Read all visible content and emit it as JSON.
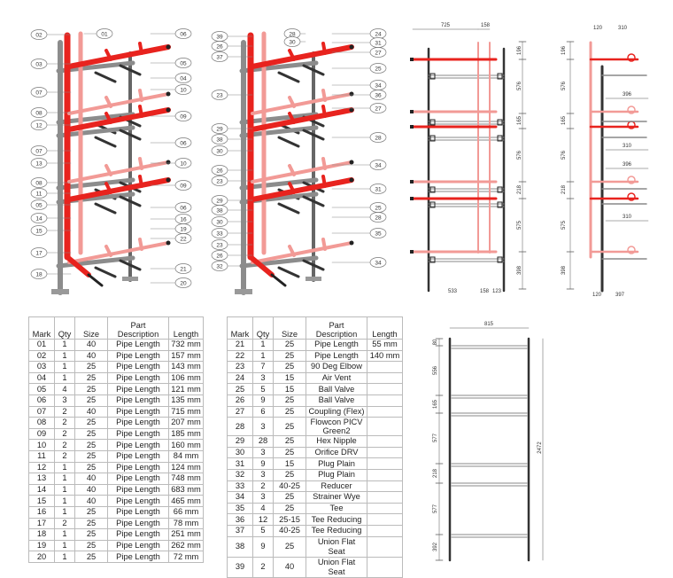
{
  "drawings": {
    "isometric_1_callouts_left": [
      "02",
      "03",
      "07",
      "08",
      "12",
      "07",
      "13",
      "08",
      "11",
      "05",
      "14",
      "15",
      "17",
      "18"
    ],
    "isometric_1_callouts_right": [
      "01",
      "06",
      "05",
      "04",
      "10",
      "09",
      "06",
      "10",
      "09",
      "06",
      "16",
      "19",
      "22",
      "21",
      "20"
    ],
    "isometric_2_callouts_left": [
      "39",
      "26",
      "37",
      "23",
      "29",
      "38",
      "30",
      "26",
      "23",
      "29",
      "38",
      "30",
      "33",
      "23",
      "26",
      "32"
    ],
    "isometric_2_callouts_right": [
      "28",
      "30",
      "24",
      "31",
      "27",
      "25",
      "34",
      "36",
      "27",
      "28",
      "34",
      "31",
      "25",
      "28",
      "35",
      "34"
    ],
    "front_view_dims": {
      "top": [
        "725",
        "158"
      ],
      "right": [
        "196",
        "576",
        "165",
        "576",
        "218",
        "575",
        "398"
      ],
      "bottom": [
        "533",
        "158",
        "123"
      ]
    },
    "side_view_dims": {
      "top": [
        "120",
        "310"
      ],
      "left": [
        "196",
        "576",
        "165",
        "576",
        "218",
        "575",
        "398"
      ],
      "branch": [
        "396",
        "310",
        "396",
        "310"
      ],
      "bottom": [
        "120",
        "397"
      ]
    },
    "frame_dims": {
      "width": "815",
      "left": [
        "80",
        "556",
        "165",
        "577",
        "218",
        "577",
        "392"
      ],
      "height": "2472"
    }
  },
  "table1": {
    "headers": [
      "Mark",
      "Qty",
      "Size",
      "Part Description",
      "Length"
    ],
    "rows": [
      [
        "01",
        "1",
        "40",
        "Pipe Length",
        "732 mm"
      ],
      [
        "02",
        "1",
        "40",
        "Pipe Length",
        "157 mm"
      ],
      [
        "03",
        "1",
        "25",
        "Pipe Length",
        "143 mm"
      ],
      [
        "04",
        "1",
        "25",
        "Pipe Length",
        "106 mm"
      ],
      [
        "05",
        "4",
        "25",
        "Pipe Length",
        "121 mm"
      ],
      [
        "06",
        "3",
        "25",
        "Pipe Length",
        "135 mm"
      ],
      [
        "07",
        "2",
        "40",
        "Pipe Length",
        "715 mm"
      ],
      [
        "08",
        "2",
        "25",
        "Pipe Length",
        "207 mm"
      ],
      [
        "09",
        "2",
        "25",
        "Pipe Length",
        "185 mm"
      ],
      [
        "10",
        "2",
        "25",
        "Pipe Length",
        "160 mm"
      ],
      [
        "11",
        "2",
        "25",
        "Pipe Length",
        "84 mm"
      ],
      [
        "12",
        "1",
        "25",
        "Pipe Length",
        "124 mm"
      ],
      [
        "13",
        "1",
        "40",
        "Pipe Length",
        "748 mm"
      ],
      [
        "14",
        "1",
        "40",
        "Pipe Length",
        "683 mm"
      ],
      [
        "15",
        "1",
        "40",
        "Pipe Length",
        "465 mm"
      ],
      [
        "16",
        "1",
        "25",
        "Pipe Length",
        "66 mm"
      ],
      [
        "17",
        "2",
        "25",
        "Pipe Length",
        "78 mm"
      ],
      [
        "18",
        "1",
        "25",
        "Pipe Length",
        "251 mm"
      ],
      [
        "19",
        "1",
        "25",
        "Pipe Length",
        "262 mm"
      ],
      [
        "20",
        "1",
        "25",
        "Pipe Length",
        "72 mm"
      ]
    ]
  },
  "table2": {
    "headers": [
      "Mark",
      "Qty",
      "Size",
      "Part Description",
      "Length"
    ],
    "rows": [
      [
        "21",
        "1",
        "25",
        "Pipe Length",
        "55 mm"
      ],
      [
        "22",
        "1",
        "25",
        "Pipe Length",
        "140 mm"
      ],
      [
        "23",
        "7",
        "25",
        "90 Deg Elbow",
        ""
      ],
      [
        "24",
        "3",
        "15",
        "Air Vent",
        ""
      ],
      [
        "25",
        "5",
        "15",
        "Ball Valve",
        ""
      ],
      [
        "26",
        "9",
        "25",
        "Ball Valve",
        ""
      ],
      [
        "27",
        "6",
        "25",
        "Coupling (Flex)",
        ""
      ],
      [
        "28",
        "3",
        "25",
        "Flowcon PICV Green2",
        ""
      ],
      [
        "29",
        "28",
        "25",
        "Hex Nipple",
        ""
      ],
      [
        "30",
        "3",
        "25",
        "Orifice DRV",
        ""
      ],
      [
        "31",
        "9",
        "15",
        "Plug Plain",
        ""
      ],
      [
        "32",
        "3",
        "25",
        "Plug Plain",
        ""
      ],
      [
        "33",
        "2",
        "40-25",
        "Reducer",
        ""
      ],
      [
        "34",
        "3",
        "25",
        "Strainer Wye",
        ""
      ],
      [
        "35",
        "4",
        "25",
        "Tee",
        ""
      ],
      [
        "36",
        "12",
        "25-15",
        "Tee Reducing",
        ""
      ],
      [
        "37",
        "5",
        "40-25",
        "Tee Reducing",
        ""
      ],
      [
        "38",
        "9",
        "25",
        "Union Flat Seat",
        ""
      ],
      [
        "39",
        "2",
        "40",
        "Union Flat Seat",
        ""
      ]
    ]
  },
  "colors": {
    "pipe_flow": "#e8231e",
    "pipe_return": "#f29a96",
    "frame": "#8c8c8c"
  }
}
